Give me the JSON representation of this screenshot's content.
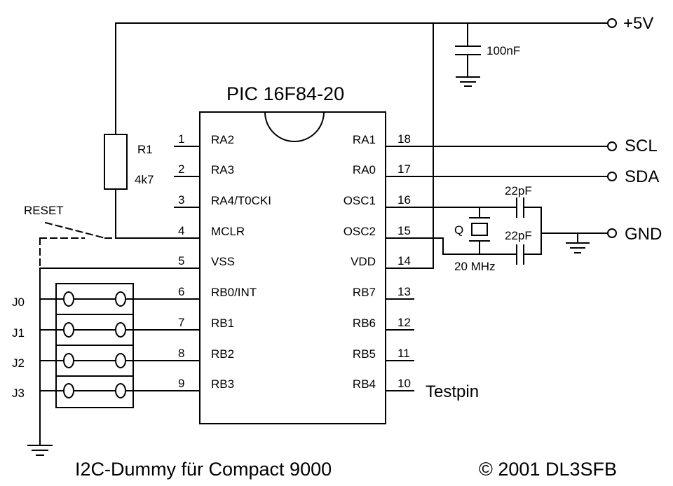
{
  "chip": {
    "title": "PIC 16F84-20",
    "left_pins": [
      {
        "num": "1",
        "name": "RA2"
      },
      {
        "num": "2",
        "name": "RA3"
      },
      {
        "num": "3",
        "name": "RA4/T0CKI"
      },
      {
        "num": "4",
        "name": "MCLR"
      },
      {
        "num": "5",
        "name": "VSS"
      },
      {
        "num": "6",
        "name": "RB0/INT"
      },
      {
        "num": "7",
        "name": "RB1"
      },
      {
        "num": "8",
        "name": "RB2"
      },
      {
        "num": "9",
        "name": "RB3"
      }
    ],
    "right_pins": [
      {
        "num": "18",
        "name": "RA1"
      },
      {
        "num": "17",
        "name": "RA0"
      },
      {
        "num": "16",
        "name": "OSC1"
      },
      {
        "num": "15",
        "name": "OSC2"
      },
      {
        "num": "14",
        "name": "VDD"
      },
      {
        "num": "13",
        "name": "RB7"
      },
      {
        "num": "12",
        "name": "RB6"
      },
      {
        "num": "11",
        "name": "RB5"
      },
      {
        "num": "10",
        "name": "RB4"
      }
    ]
  },
  "components": {
    "r1_name": "R1",
    "r1_value": "4k7",
    "reset_label": "RESET",
    "c_supply": "100nF",
    "c_osc1": "22pF",
    "c_osc2": "22pF",
    "crystal_name": "Q",
    "crystal_freq": "20 MHz"
  },
  "terminals": {
    "vcc": "+5V",
    "scl": "SCL",
    "sda": "SDA",
    "gnd": "GND",
    "testpin": "Testpin"
  },
  "jumpers": [
    "J0",
    "J1",
    "J2",
    "J3"
  ],
  "footer": {
    "title": "I2C-Dummy für Compact 9000",
    "copyright": "© 2001 DL3SFB"
  }
}
